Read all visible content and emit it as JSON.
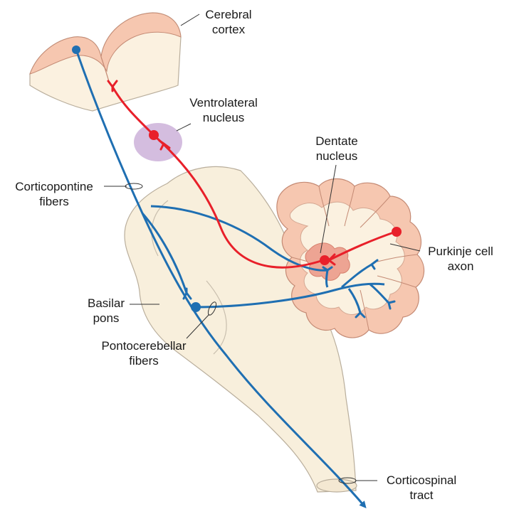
{
  "labels": {
    "cerebral_cortex": [
      "Cerebral",
      "cortex"
    ],
    "ventrolateral_nucleus": [
      "Ventrolateral",
      "nucleus"
    ],
    "dentate_nucleus": [
      "Dentate",
      "nucleus"
    ],
    "corticopontine_fibers": [
      "Corticopontine",
      "fibers"
    ],
    "purkinje_cell_axon": [
      "Purkinje cell",
      "axon"
    ],
    "basilar_pons": [
      "Basilar",
      "pons"
    ],
    "pontocerebellar_fibers": [
      "Pontocerebellar",
      "fibers"
    ],
    "corticospinal_tract": [
      "Corticospinal",
      "tract"
    ]
  },
  "colors": {
    "blue_pathway": "#1f6fb2",
    "red_pathway": "#e8202a",
    "cortex_fill": "#f6c7b0",
    "white_matter": "#fbf1e0",
    "brainstem_fill": "#f8efdc",
    "thalamus_fill": "#cdb1d9",
    "dentate_fill": "#eda493"
  }
}
